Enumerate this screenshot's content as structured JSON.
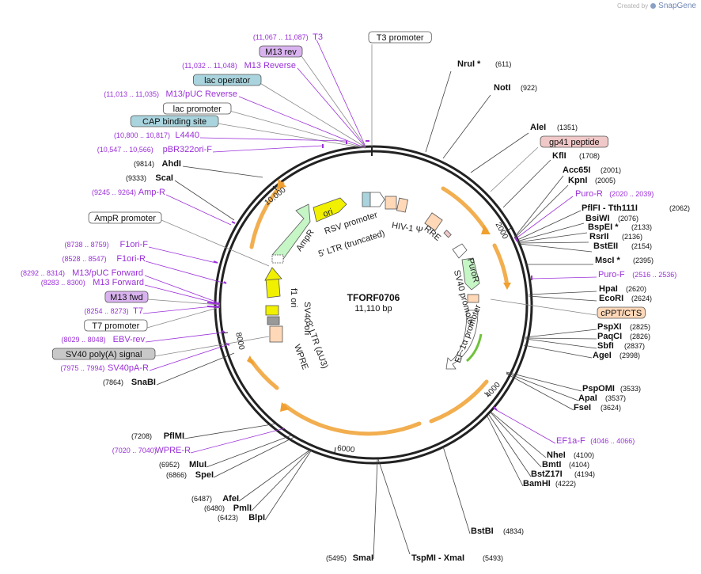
{
  "credit": {
    "prefix": "Created by",
    "brand": "SnapGene"
  },
  "plasmid": {
    "name": "TFORF0706",
    "size_label": "11,110 bp"
  },
  "colors": {
    "site": "#000000",
    "primer": "#9b30d9",
    "feature_box": "#ffffff",
    "lac_operator": "#a9d4de",
    "m13_rev": "#d9b3ef",
    "orange_arrow": "#f0a030",
    "ampr": "#c6f5c6",
    "ori": "#f0f000",
    "ltr": "#ffd8b8",
    "cppt": "#ffd8b8",
    "gp41": "#f0c8c8",
    "sv40pa": "#c8c8c8"
  },
  "backbone_ticks": [
    {
      "text": "2000"
    },
    {
      "text": "4000"
    },
    {
      "text": "6000"
    },
    {
      "text": "8000"
    },
    {
      "text": "10,000"
    }
  ],
  "features": [
    {
      "text": "RSV promoter"
    },
    {
      "text": "5' LTR (truncated)"
    },
    {
      "text": "HIV-1 Ψ"
    },
    {
      "text": "RRE"
    },
    {
      "text": "SV40 promoter"
    },
    {
      "text": "PuroR"
    },
    {
      "text": "EF-1α promoter"
    },
    {
      "text": "AmpR"
    },
    {
      "text": "ori"
    },
    {
      "text": "f1 ori"
    },
    {
      "text": "SV40 ori"
    },
    {
      "text": "3' LTR (ΔU3)"
    },
    {
      "text": "WPRE"
    }
  ],
  "left_labels": [
    {
      "text": "(11,067 .. 11,087)",
      "name": "T3",
      "kind": "primer"
    },
    {
      "text": "",
      "name": "M13 rev",
      "kind": "box",
      "fill": "#d9b3ef"
    },
    {
      "text": "(11,032 .. 11,048)",
      "name": "M13 Reverse",
      "kind": "primer"
    },
    {
      "text": "",
      "name": "lac operator",
      "kind": "box",
      "fill": "#a9d4de"
    },
    {
      "text": "(11,013 .. 11,035)",
      "name": "M13/pUC Reverse",
      "kind": "primer"
    },
    {
      "text": "",
      "name": "lac promoter",
      "kind": "box",
      "fill": "#ffffff"
    },
    {
      "text": "",
      "name": "CAP binding site",
      "kind": "box",
      "fill": "#a9d4de"
    },
    {
      "text": "(10,800 .. 10,817)",
      "name": "L4440",
      "kind": "primer"
    },
    {
      "text": "(10,547 .. 10,566)",
      "name": "pBR322ori-F",
      "kind": "primer"
    },
    {
      "text": "(9814)",
      "name": "AhdI",
      "kind": "site"
    },
    {
      "text": "(9333)",
      "name": "ScaI",
      "kind": "site"
    },
    {
      "text": "(9245 .. 9264)",
      "name": "Amp-R",
      "kind": "primer"
    },
    {
      "text": "",
      "name": "AmpR promoter",
      "kind": "box",
      "fill": "#ffffff"
    },
    {
      "text": "(8738 .. 8759)",
      "name": "F1ori-F",
      "kind": "primer"
    },
    {
      "text": "(8528 .. 8547)",
      "name": "F1ori-R",
      "kind": "primer"
    },
    {
      "text": "(8292 .. 8314)",
      "name": "M13/pUC Forward",
      "kind": "primer"
    },
    {
      "text": "(8283 .. 8300)",
      "name": "M13 Forward",
      "kind": "primer"
    },
    {
      "text": "",
      "name": "M13 fwd",
      "kind": "box",
      "fill": "#d9b3ef"
    },
    {
      "text": "(8254 .. 8273)",
      "name": "T7",
      "kind": "primer"
    },
    {
      "text": "",
      "name": "T7 promoter",
      "kind": "box",
      "fill": "#ffffff"
    },
    {
      "text": "(8029 .. 8048)",
      "name": "EBV-rev",
      "kind": "primer"
    },
    {
      "text": "",
      "name": "SV40 poly(A) signal",
      "kind": "box",
      "fill": "#c8c8c8"
    },
    {
      "text": "(7975 .. 7994)",
      "name": "SV40pA-R",
      "kind": "primer"
    },
    {
      "text": "(7864)",
      "name": "SnaBI",
      "kind": "site"
    },
    {
      "text": "(7208)",
      "name": "PflMI",
      "kind": "site"
    },
    {
      "text": "(7020 .. 7040)",
      "name": "WPRE-R",
      "kind": "primer"
    },
    {
      "text": "(6952)",
      "name": "MluI",
      "kind": "site"
    },
    {
      "text": "(6866)",
      "name": "SpeI",
      "kind": "site"
    },
    {
      "text": "(6487)",
      "name": "AfeI",
      "kind": "site"
    },
    {
      "text": "(6480)",
      "name": "PmlI",
      "kind": "site"
    },
    {
      "text": "(6423)",
      "name": "BlpI",
      "kind": "site"
    },
    {
      "text": "(5495)",
      "name": "SmaI",
      "kind": "site"
    }
  ],
  "right_labels": [
    {
      "name": "T3 promoter",
      "text": "",
      "kind": "box",
      "fill": "#ffffff"
    },
    {
      "name": "NruI *",
      "text": "(611)",
      "kind": "site"
    },
    {
      "name": "NotI",
      "text": "(922)",
      "kind": "site"
    },
    {
      "name": "AleI",
      "text": "(1351)",
      "kind": "site"
    },
    {
      "name": "gp41 peptide",
      "text": "",
      "kind": "box",
      "fill": "#f0c8c8"
    },
    {
      "name": "KflI",
      "text": "(1708)",
      "kind": "site"
    },
    {
      "name": "Acc65I",
      "text": "(2001)",
      "kind": "site"
    },
    {
      "name": "KpnI",
      "text": "(2005)",
      "kind": "site"
    },
    {
      "name": "Puro-R",
      "text": "(2020 .. 2039)",
      "kind": "primer"
    },
    {
      "name": "PflFI - Tth111I",
      "text": "(2062)",
      "kind": "site"
    },
    {
      "name": "BsiWI",
      "text": "(2076)",
      "kind": "site"
    },
    {
      "name": "BspEI *",
      "text": "(2133)",
      "kind": "site"
    },
    {
      "name": "RsrII",
      "text": "(2136)",
      "kind": "site"
    },
    {
      "name": "BstEII",
      "text": "(2154)",
      "kind": "site"
    },
    {
      "name": "MscI *",
      "text": "(2395)",
      "kind": "site"
    },
    {
      "name": "Puro-F",
      "text": "(2516 .. 2536)",
      "kind": "primer"
    },
    {
      "name": "HpaI",
      "text": "(2620)",
      "kind": "site"
    },
    {
      "name": "EcoRI",
      "text": "(2624)",
      "kind": "site"
    },
    {
      "name": "cPPT/CTS",
      "text": "",
      "kind": "box",
      "fill": "#ffd8b8"
    },
    {
      "name": "PspXI",
      "text": "(2825)",
      "kind": "site"
    },
    {
      "name": "PaqCI",
      "text": "(2826)",
      "kind": "site"
    },
    {
      "name": "SbfI",
      "text": "(2837)",
      "kind": "site"
    },
    {
      "name": "AgeI",
      "text": "(2998)",
      "kind": "site"
    },
    {
      "name": "PspOMI",
      "text": "(3533)",
      "kind": "site"
    },
    {
      "name": "ApaI",
      "text": "(3537)",
      "kind": "site"
    },
    {
      "name": "FseI",
      "text": "(3624)",
      "kind": "site"
    },
    {
      "name": "EF1a-F",
      "text": "(4046 .. 4066)",
      "kind": "primer"
    },
    {
      "name": "NheI",
      "text": "(4100)",
      "kind": "site"
    },
    {
      "name": "BmtI",
      "text": "(4104)",
      "kind": "site"
    },
    {
      "name": "BstZ17I",
      "text": "(4194)",
      "kind": "site"
    },
    {
      "name": "BamHI",
      "text": "(4222)",
      "kind": "site"
    },
    {
      "name": "BstBI",
      "text": "(4834)",
      "kind": "site"
    },
    {
      "name": "TspMI - XmaI",
      "text": "(5493)",
      "kind": "site"
    }
  ]
}
